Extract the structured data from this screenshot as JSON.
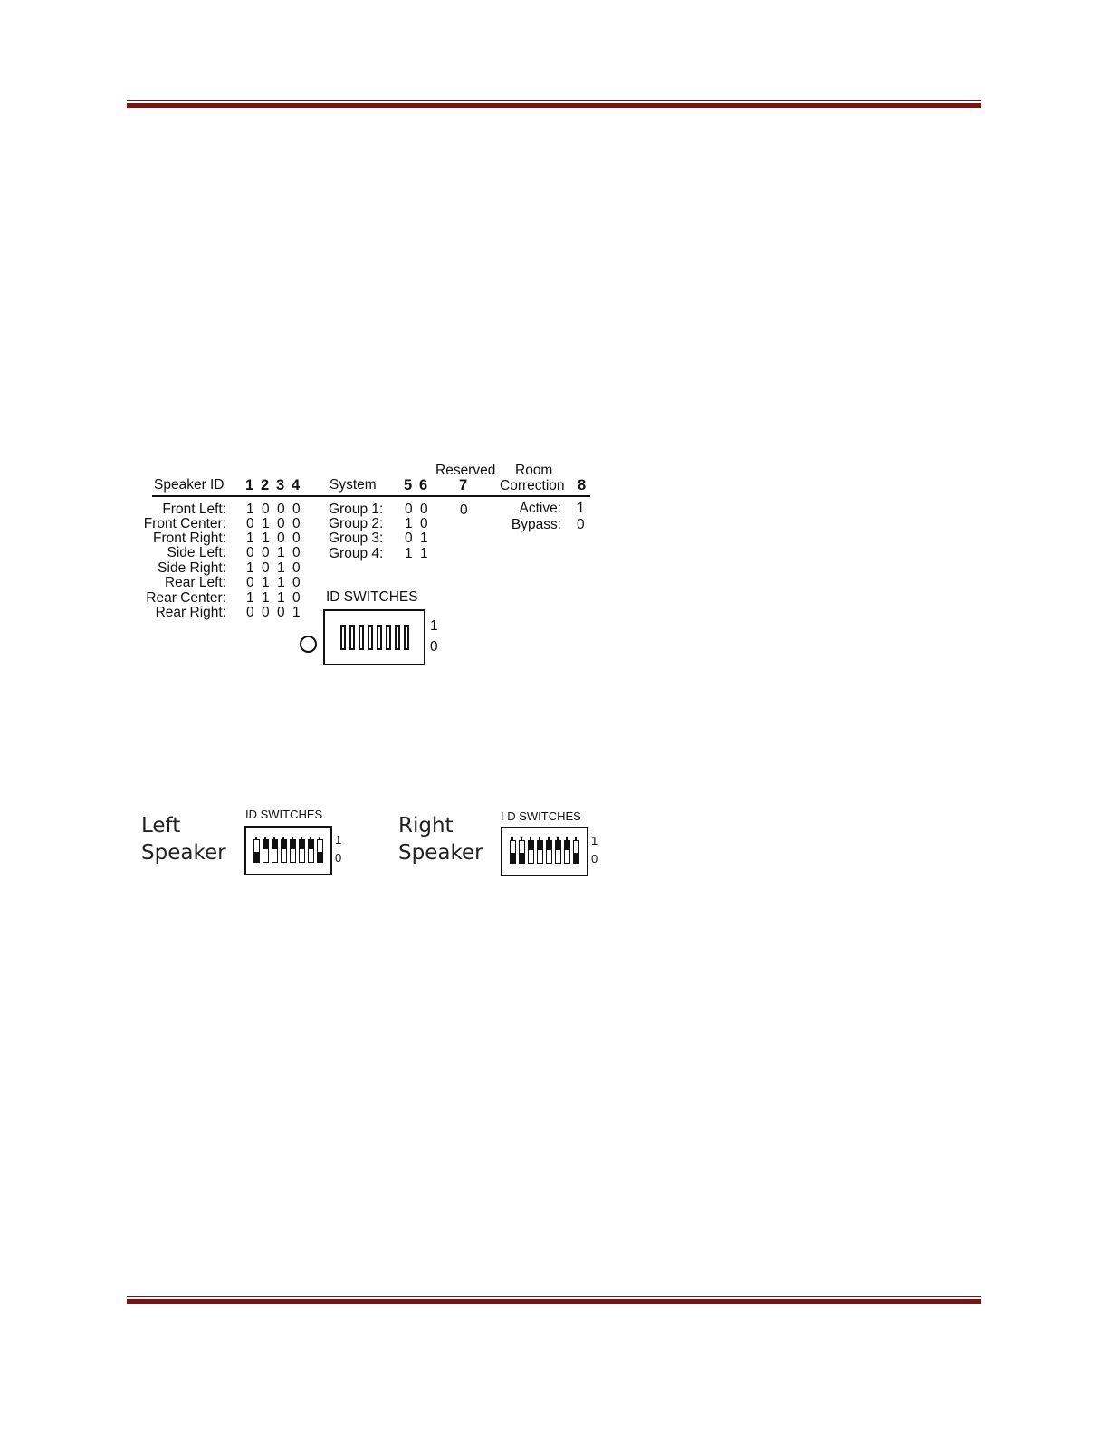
{
  "diagram1": {
    "col_headers": {
      "speaker_id": "Speaker ID",
      "bits_1_4": [
        "1",
        "2",
        "3",
        "4"
      ],
      "system": "System",
      "bits_5_6": [
        "5",
        "6"
      ],
      "reserved_top": "Reserved",
      "reserved_bit": "7",
      "room_top": "Room",
      "room_bottom": "Correction",
      "room_bit": "8"
    },
    "speakers": [
      {
        "label": "Front Left:",
        "bits": [
          "1",
          "0",
          "0",
          "0"
        ]
      },
      {
        "label": "Front Center:",
        "bits": [
          "0",
          "1",
          "0",
          "0"
        ]
      },
      {
        "label": "Front Right:",
        "bits": [
          "1",
          "1",
          "0",
          "0"
        ]
      },
      {
        "label": "Side Left:",
        "bits": [
          "0",
          "0",
          "1",
          "0"
        ]
      },
      {
        "label": "Side Right:",
        "bits": [
          "1",
          "0",
          "1",
          "0"
        ]
      },
      {
        "label": "Rear Left:",
        "bits": [
          "0",
          "1",
          "1",
          "0"
        ]
      },
      {
        "label": "Rear Center:",
        "bits": [
          "1",
          "1",
          "1",
          "0"
        ]
      },
      {
        "label": "Rear Right:",
        "bits": [
          "0",
          "0",
          "0",
          "1"
        ]
      }
    ],
    "groups": [
      {
        "label": "Group 1:",
        "bits": [
          "0",
          "0"
        ]
      },
      {
        "label": "Group 2:",
        "bits": [
          "1",
          "0"
        ]
      },
      {
        "label": "Group 3:",
        "bits": [
          "0",
          "1"
        ]
      },
      {
        "label": "Group 4:",
        "bits": [
          "1",
          "1"
        ]
      }
    ],
    "reserved_value": "0",
    "room": [
      {
        "label": "Active:",
        "value": "1"
      },
      {
        "label": "Bypass:",
        "value": "0"
      }
    ],
    "switch_caption": "ID SWITCHES",
    "pos_on": "1",
    "pos_off": "0"
  },
  "diagram2": {
    "left": {
      "line1": "Left",
      "line2": "Speaker",
      "caption": "ID SWITCHES",
      "pos_on": "1",
      "pos_off": "0"
    },
    "right": {
      "line1": "Right",
      "line2": "Speaker",
      "caption": "I D SWITCHES",
      "pos_on": "1",
      "pos_off": "0"
    }
  },
  "colors": {
    "rule": "#7a1414"
  },
  "icons": [
    "status-led-icon",
    "dip-switch-icon"
  ]
}
